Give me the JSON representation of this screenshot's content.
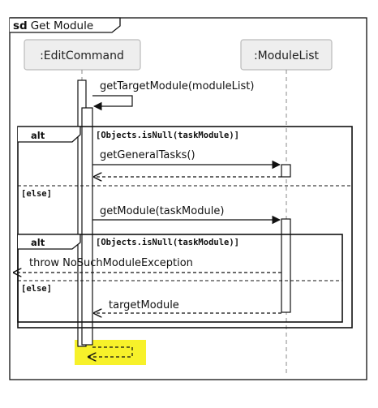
{
  "frame": {
    "keyword": "sd",
    "title": "Get Module"
  },
  "participants": [
    {
      "id": "edit",
      "label": ":EditCommand"
    },
    {
      "id": "list",
      "label": ":ModuleList"
    }
  ],
  "messages": {
    "m1": "getTargetModule(moduleList)",
    "m2": "getGeneralTasks()",
    "m3": "getModule(taskModule)",
    "m4": "throw NoSuchModuleException",
    "m5": "targetModule"
  },
  "fragments": {
    "outer": {
      "operator": "alt",
      "guard": "[Objects.isNull(taskModule)]",
      "else": "[else]"
    },
    "inner": {
      "operator": "alt",
      "guard": "[Objects.isNull(taskModule)]",
      "else": "[else]"
    }
  },
  "colors": {
    "highlight": "#f7f12a",
    "participant_fill": "#eeeeee"
  }
}
